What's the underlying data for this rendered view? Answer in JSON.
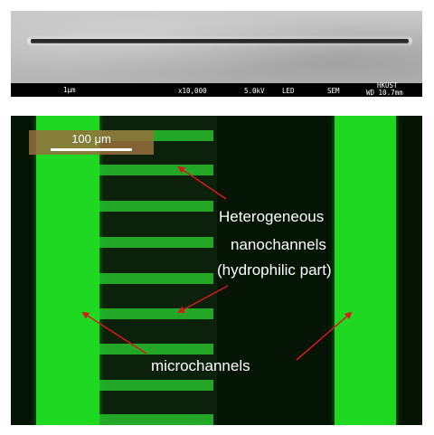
{
  "sem_panel": {
    "scale_label": "1μm",
    "magnification": "x10,000",
    "voltage": "5.0kV",
    "detector": "LED",
    "mode": "SEM",
    "institution": "HKUST",
    "working_distance": "WD 10.7mm"
  },
  "fluorescence_panel": {
    "scale_label": "100 μm",
    "label_nano_line1": "Heterogeneous",
    "label_nano_line2": "nanochannels",
    "label_nano_line3": "(hydrophilic part)",
    "label_micro": "microchannels",
    "colors": {
      "background": "#051505",
      "microchannel": "#1fd821",
      "nanochannel": "#22a826",
      "arrow": "#d81a1a"
    }
  }
}
